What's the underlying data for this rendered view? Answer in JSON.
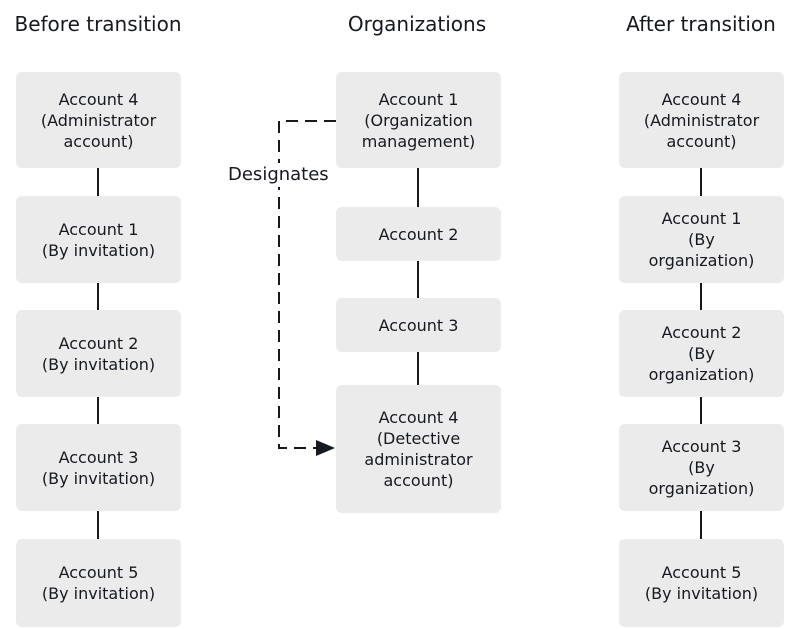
{
  "columns": {
    "before": {
      "title": "Before transition",
      "boxes": [
        {
          "lines": [
            "Account 4",
            "(Administrator",
            "account)"
          ]
        },
        {
          "lines": [
            "Account 1",
            "(By invitation)"
          ]
        },
        {
          "lines": [
            "Account 2",
            "(By invitation)"
          ]
        },
        {
          "lines": [
            "Account 3",
            "(By invitation)"
          ]
        },
        {
          "lines": [
            "Account 5",
            "(By invitation)"
          ]
        }
      ]
    },
    "organizations": {
      "title": "Organizations",
      "boxes": [
        {
          "lines": [
            "Account 1",
            "(Organization",
            "management)"
          ]
        },
        {
          "lines": [
            "Account 2"
          ]
        },
        {
          "lines": [
            "Account 3"
          ]
        },
        {
          "lines": [
            "Account 4",
            "(Detective",
            "administrator",
            "account)"
          ]
        }
      ]
    },
    "after": {
      "title": "After transition",
      "boxes": [
        {
          "lines": [
            "Account 4",
            "(Administrator",
            "account)"
          ]
        },
        {
          "lines": [
            "Account 1",
            "(By",
            "organization)"
          ]
        },
        {
          "lines": [
            "Account 2",
            "(By",
            "organization)"
          ]
        },
        {
          "lines": [
            "Account 3",
            "(By",
            "organization)"
          ]
        },
        {
          "lines": [
            "Account 5",
            "(By invitation)"
          ]
        }
      ]
    }
  },
  "designates_label": "Designates",
  "colors": {
    "box_fill": "#ebebeb",
    "line": "#16191f"
  }
}
